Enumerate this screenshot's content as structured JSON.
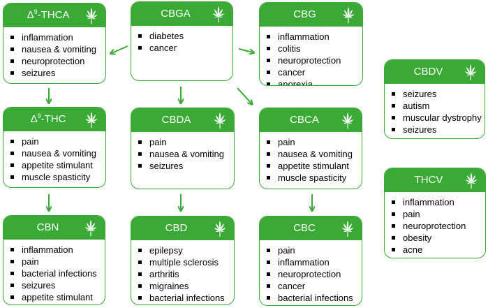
{
  "colors": {
    "accent": "#3aa935",
    "header_text": "#ffffff",
    "text": "#000000"
  },
  "icons": {
    "card_icon": "cannabis-leaf-icon",
    "bullet": "square-bullet"
  },
  "cards": {
    "thca": {
      "title_prefix": "Δ",
      "title_sup": "9",
      "title_suffix": "-THCA",
      "items": [
        "inflammation",
        "nausea & vomiting",
        "neuroprotection",
        "seizures"
      ]
    },
    "cbga": {
      "title": "CBGA",
      "items": [
        "diabetes",
        "cancer"
      ]
    },
    "cbg": {
      "title": "CBG",
      "items": [
        "inflammation",
        "colitis",
        "neuroprotection",
        "cancer",
        "anorexia"
      ]
    },
    "cbdv": {
      "title": "CBDV",
      "items": [
        "seizures",
        "autism",
        "muscular dystrophy",
        "seizures"
      ]
    },
    "thc": {
      "title_prefix": "Δ",
      "title_sup": "9",
      "title_suffix": "-THC",
      "items": [
        "pain",
        "nausea & vomiting",
        "appetite stimulant",
        "muscle spasticity"
      ]
    },
    "cbda": {
      "title": "CBDA",
      "items": [
        "pain",
        "nausea & vomiting",
        "seizures"
      ]
    },
    "cbca": {
      "title": "CBCA",
      "items": [
        "pain",
        "nausea & vomiting",
        "appetite stimulant",
        "muscle spasticity"
      ]
    },
    "thcv": {
      "title": "THCV",
      "items": [
        "inflammation",
        "pain",
        "neuroprotection",
        "obesity",
        "acne"
      ]
    },
    "cbn": {
      "title": "CBN",
      "items": [
        "inflammation",
        "pain",
        "bacterial infections",
        "seizures",
        "appetite stimulant"
      ]
    },
    "cbd": {
      "title": "CBD",
      "items": [
        "epilepsy",
        "multiple sclerosis",
        "arthritis",
        "migraines",
        "bacterial infections"
      ]
    },
    "cbc": {
      "title": "CBC",
      "items": [
        "pain",
        "inflammation",
        "neuroprotection",
        "cancer",
        "bacterial infections"
      ]
    }
  }
}
